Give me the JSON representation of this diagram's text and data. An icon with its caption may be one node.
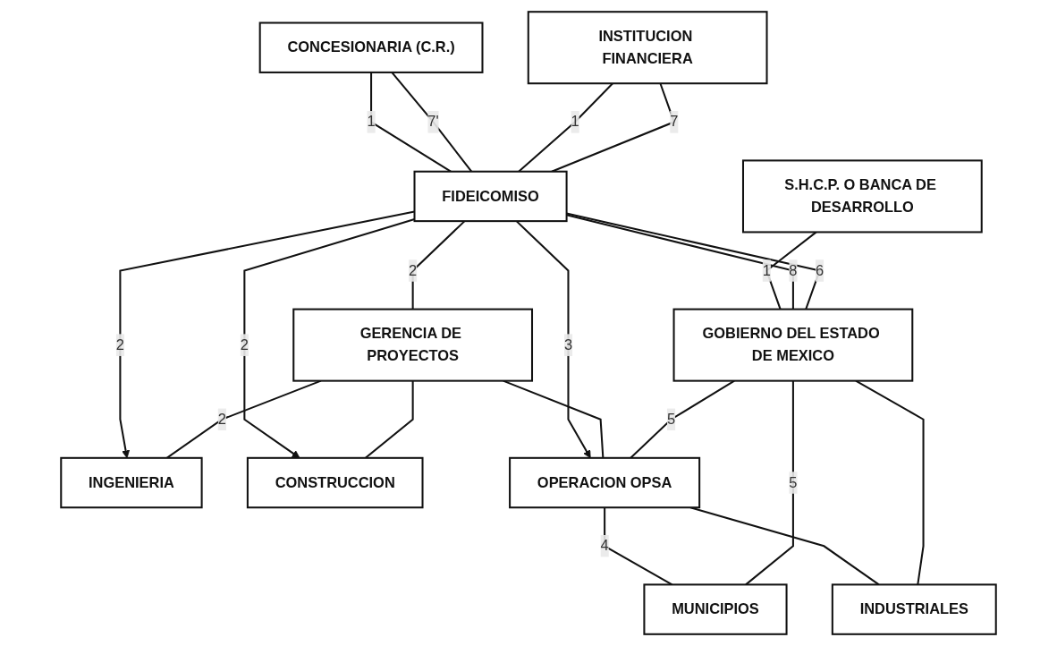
{
  "diagram": {
    "nodes": [
      {
        "text": [
          "CONCESIONARIA (C.R.)"
        ]
      },
      {
        "text": [
          "S.H.C.P. O BANCA DE DESARROLLO"
        ]
      },
      {
        "text": [
          "INSTITUCION FINANCIERA"
        ]
      },
      {
        "text": [
          "FIDEICOMISO"
        ]
      },
      {
        "text": [
          "GOBIERNO DEL ESTADO DE MEXICO"
        ]
      },
      {
        "text": [
          "GERENCIA DE PROYECTOS"
        ]
      },
      {
        "text": [
          "INGENIERIA"
        ]
      },
      {
        "text": [
          "MUNICIPIOS"
        ]
      },
      {
        "text": [
          "CONSTRUCCION"
        ]
      },
      {
        "text": [
          "INDUSTRIALES"
        ]
      },
      {
        "text": [
          "OPERACION OPSA"
        ]
      }
    ],
    "edges": [
      {
        "from": 0,
        "to": 3,
        "label": "1",
        "arrow": "none"
      },
      {
        "from": 0,
        "to": 3,
        "label": "7'",
        "arrow": "none"
      },
      {
        "from": 1,
        "to": 4,
        "label": "1",
        "arrow": "none"
      },
      {
        "from": 2,
        "to": 3,
        "label": "1",
        "arrow": "none"
      },
      {
        "from": 2,
        "to": 3,
        "label": "7",
        "arrow": "none"
      },
      {
        "from": 3,
        "to": 4,
        "label": "8",
        "arrow": "none"
      },
      {
        "from": 3,
        "to": 4,
        "label": "6",
        "arrow": "none"
      },
      {
        "from": 3,
        "to": 5,
        "label": "2",
        "arrow": "none"
      },
      {
        "from": 3,
        "to": 6,
        "label": "2",
        "arrow": "to"
      },
      {
        "from": 3,
        "to": 8,
        "label": "2",
        "arrow": "to"
      },
      {
        "from": 3,
        "to": 10,
        "label": "3",
        "arrow": "to"
      },
      {
        "from": 5,
        "to": 6,
        "label": "2",
        "arrow": "none"
      },
      {
        "from": 5,
        "to": 8,
        "arrow": "none"
      },
      {
        "from": 5,
        "to": 10,
        "arrow": "none"
      },
      {
        "from": 10,
        "to": 7,
        "label": "4",
        "arrow": "none"
      },
      {
        "from": 10,
        "to": 9,
        "arrow": "none"
      },
      {
        "from": 4,
        "to": 7,
        "label": "5",
        "arrow": "none"
      },
      {
        "from": 4,
        "to": 9,
        "arrow": "none"
      },
      {
        "from": 4,
        "to": 10,
        "label": "5",
        "arrow": "none"
      }
    ]
  }
}
